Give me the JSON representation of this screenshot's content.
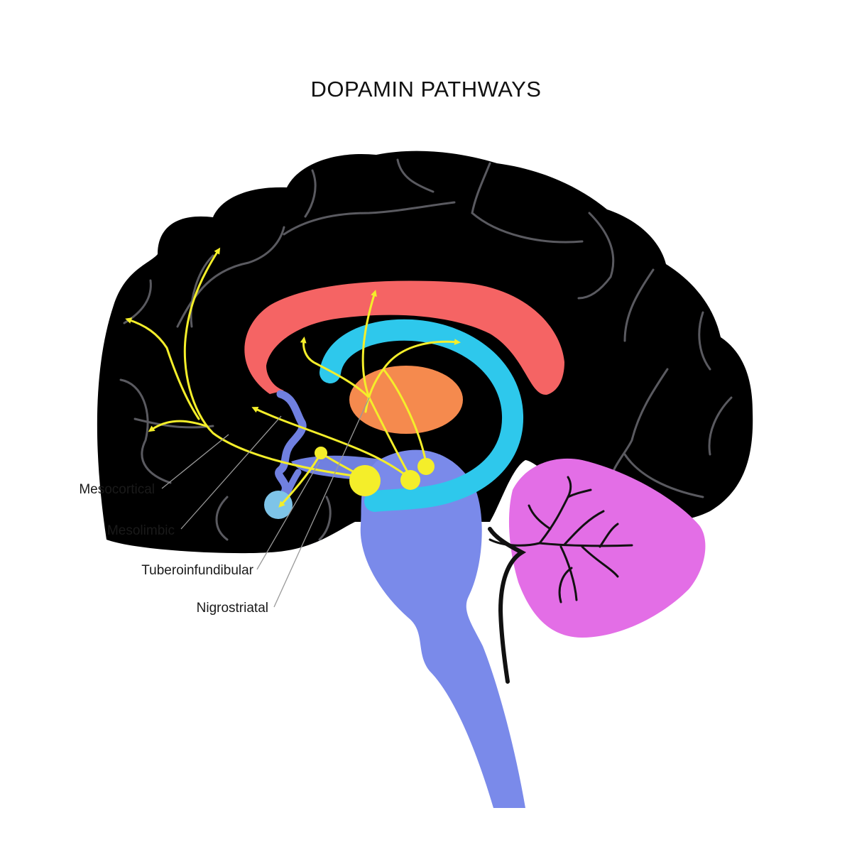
{
  "title": "DOPAMIN PATHWAYS",
  "labels": {
    "mesocortical": "Mesocortical",
    "mesolimbic": "Mesolimbic",
    "tuberoinfundibular": "Tuberoinfundibular",
    "nigrostriatal": "Nigrostriatal"
  },
  "colors": {
    "brain": "#000000",
    "sulci": "#5a5a60",
    "corpus_callosum": "#f56464",
    "caudate_nucleus": "#2ec8ec",
    "thalamus": "#f58a4e",
    "brainstem": "#7a8aea",
    "hypothalamus_fornix": "#7080e0",
    "pituitary": "#7ec4e8",
    "cerebellum": "#e36ee6",
    "pathway": "#f4ee2a",
    "leader_line": "#999999"
  }
}
